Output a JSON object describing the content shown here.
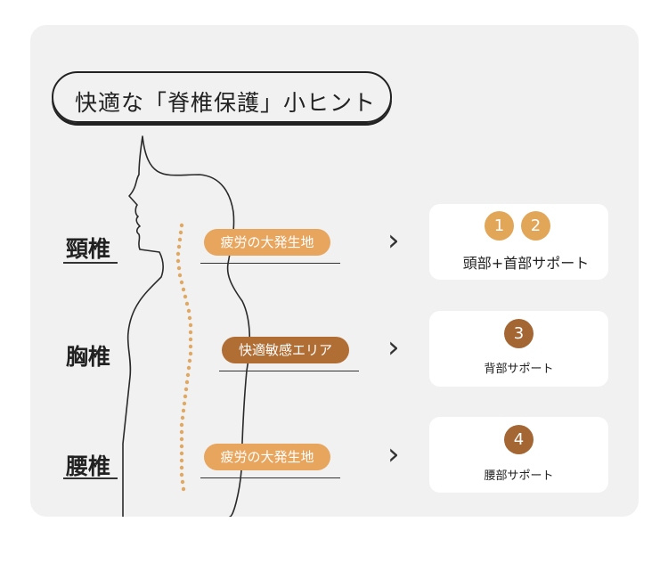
{
  "title": "快適な「脊椎保護」小ヒント",
  "regions": {
    "cervical": "頸椎",
    "thoracic": "胸椎",
    "lumbar": "腰椎"
  },
  "tags": {
    "cervical": "疲労の大発生地",
    "thoracic": "快適敏感エリア",
    "lumbar": "疲労の大発生地"
  },
  "cards": {
    "neck": {
      "numbers": [
        "1",
        "2"
      ],
      "label": "頭部+首部サポート"
    },
    "back": {
      "numbers": [
        "3"
      ],
      "label": "背部サポート"
    },
    "waist": {
      "numbers": [
        "4"
      ],
      "label": "腰部サポート"
    }
  },
  "arrow": "›",
  "colors": {
    "panel": "#f1f1f1",
    "tag_light": "#e8a55d",
    "tag_dark": "#b06d34",
    "circle_light": "#e2a659",
    "circle_dark": "#a46633",
    "spine_dots": "#e0a862"
  },
  "icons": [
    "human-silhouette-icon",
    "spine-dots-icon",
    "chevron-right-icon"
  ]
}
